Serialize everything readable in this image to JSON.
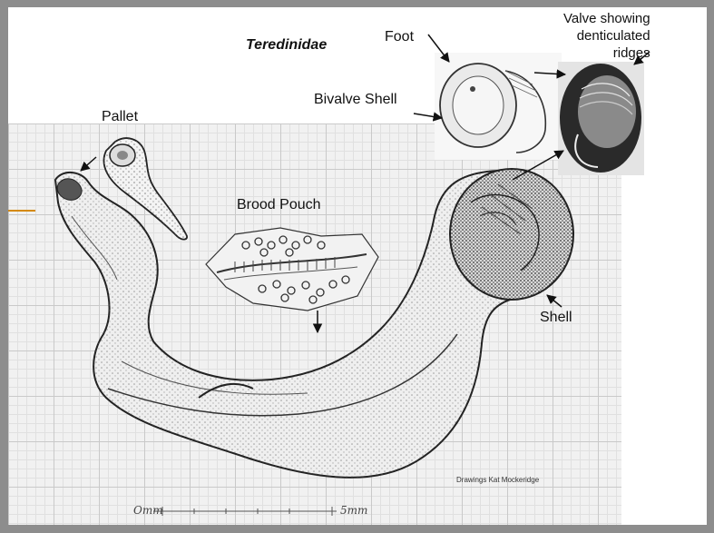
{
  "title": "Teredinidae",
  "labels": {
    "foot": "Foot",
    "valve": "Valve showing\ndenticulated\nridges",
    "bivalve_shell": "Bivalve Shell",
    "pallet": "Pallet",
    "brood_pouch": "Brood Pouch",
    "shell": "Shell"
  },
  "credit": "Drawings Kat Mockeridge",
  "scale": {
    "start": "Omm",
    "end": "5mm"
  },
  "colors": {
    "frame": "#8d8d8d",
    "grid_major": "#c9c9c9",
    "grid_minor": "#e0e0e0",
    "accent": "#d48a0c"
  }
}
